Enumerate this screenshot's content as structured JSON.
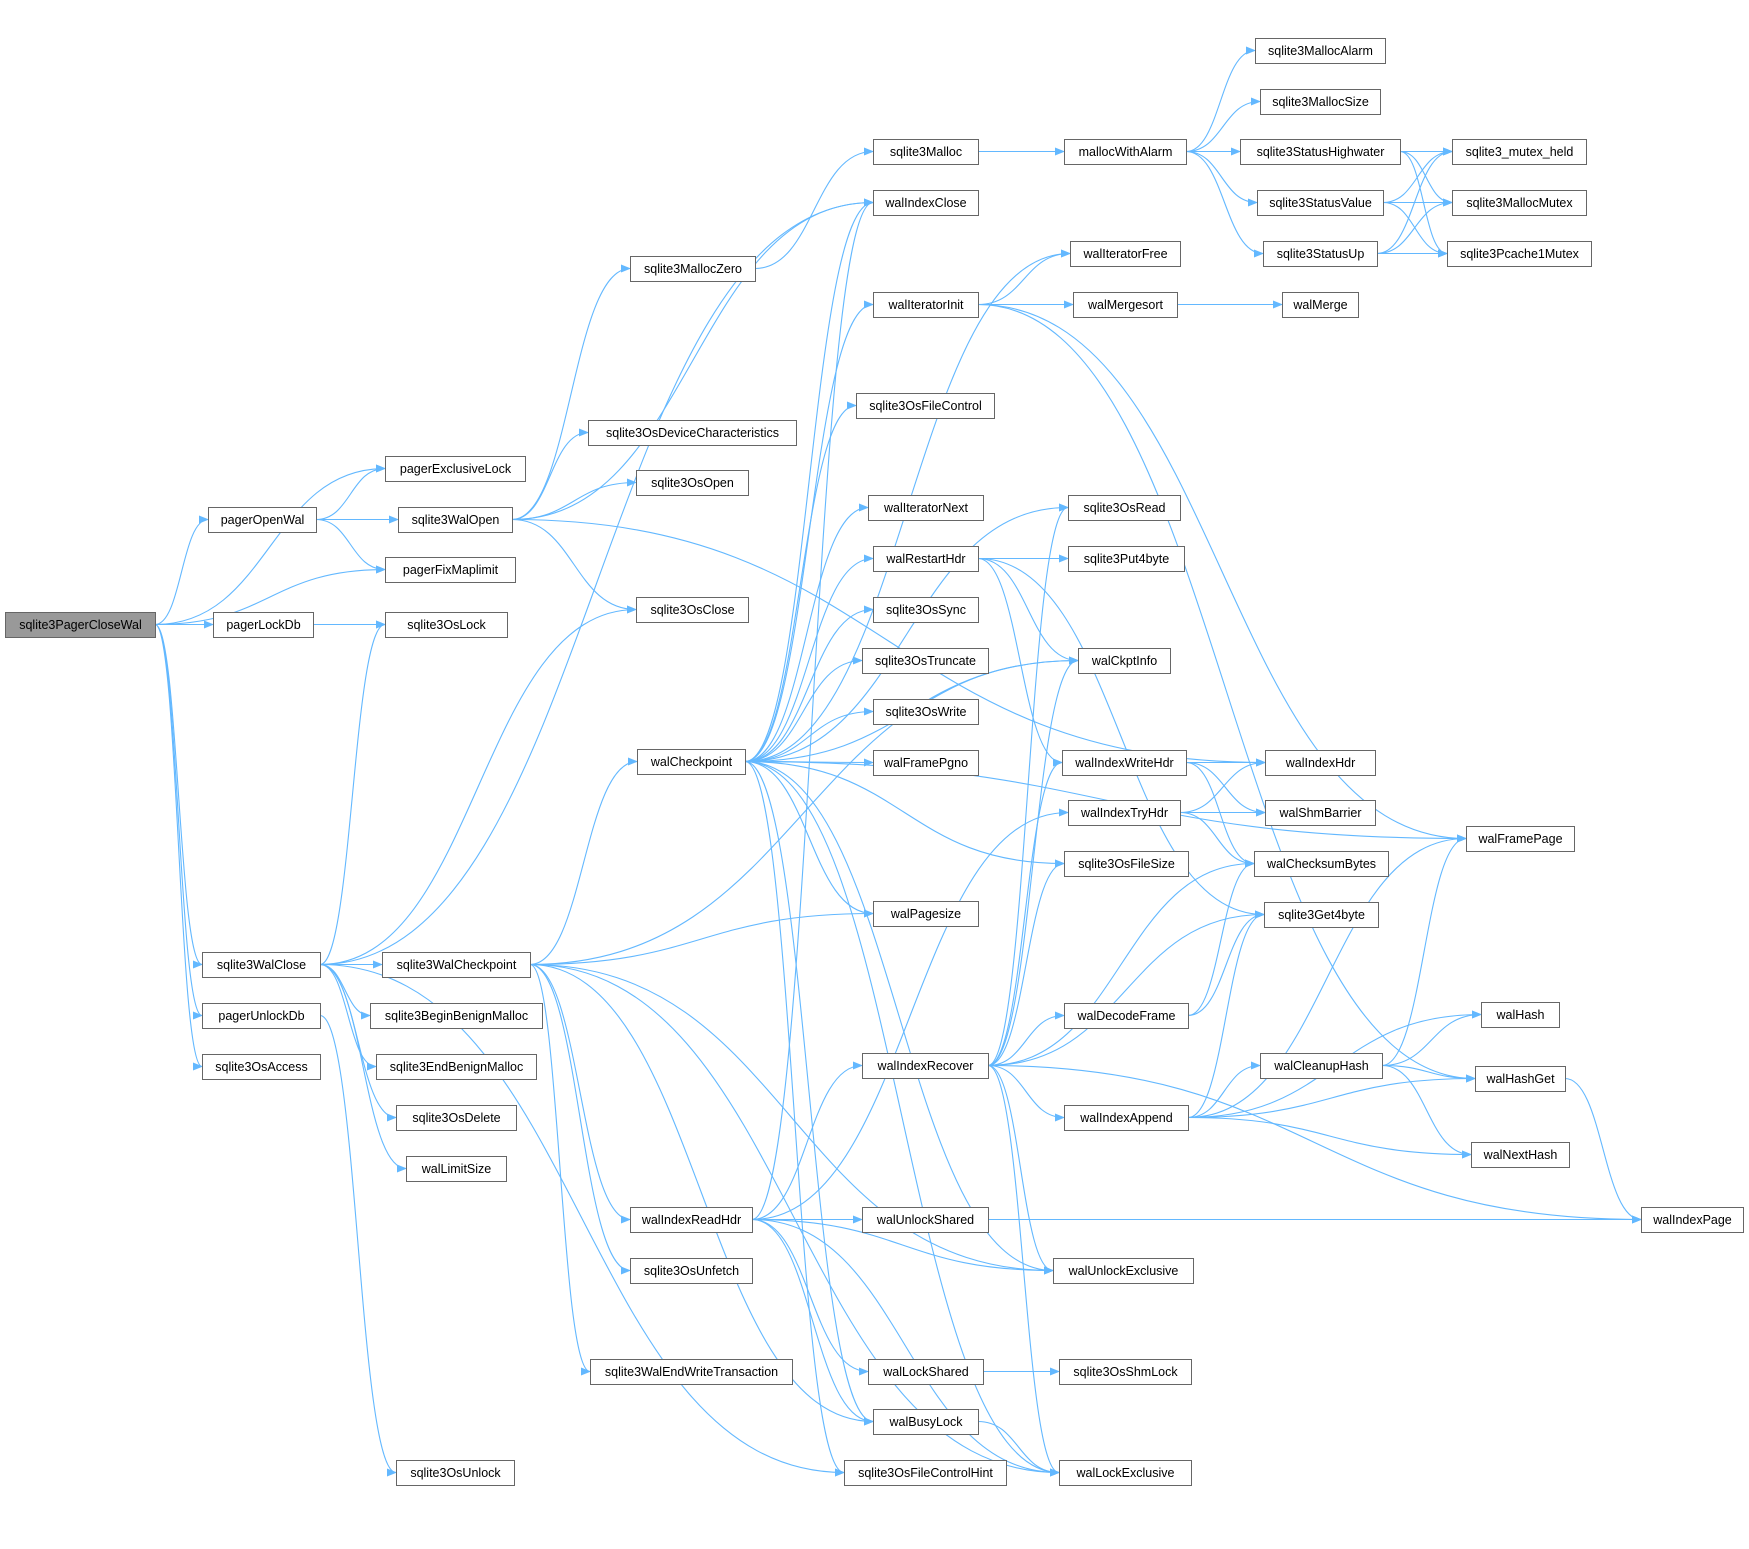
{
  "colors": {
    "edge": "#63b8ff",
    "node_border": "#666666",
    "root_fill": "#999999",
    "node_fill": "#ffffff"
  },
  "diagram": {
    "type": "call-graph",
    "root": "sqlite3PagerCloseWal",
    "nodes": [
      {
        "id": "sqlite3PagerCloseWal",
        "label": "sqlite3PagerCloseWal"
      },
      {
        "id": "pagerExclusiveLock",
        "label": "pagerExclusiveLock"
      },
      {
        "id": "pagerOpenWal",
        "label": "pagerOpenWal"
      },
      {
        "id": "pagerFixMaplimit",
        "label": "pagerFixMaplimit"
      },
      {
        "id": "pagerLockDb",
        "label": "pagerLockDb"
      },
      {
        "id": "sqlite3OsLock",
        "label": "sqlite3OsLock"
      },
      {
        "id": "sqlite3WalClose",
        "label": "sqlite3WalClose"
      },
      {
        "id": "pagerUnlockDb",
        "label": "pagerUnlockDb"
      },
      {
        "id": "sqlite3OsAccess",
        "label": "sqlite3OsAccess"
      },
      {
        "id": "sqlite3WalOpen",
        "label": "sqlite3WalOpen"
      },
      {
        "id": "sqlite3MallocZero",
        "label": "sqlite3MallocZero"
      },
      {
        "id": "sqlite3OsDeviceCharacteristics",
        "label": "sqlite3OsDeviceCharacteristics"
      },
      {
        "id": "sqlite3OsOpen",
        "label": "sqlite3OsOpen"
      },
      {
        "id": "sqlite3OsClose",
        "label": "sqlite3OsClose"
      },
      {
        "id": "sqlite3WalCheckpoint",
        "label": "sqlite3WalCheckpoint"
      },
      {
        "id": "sqlite3BeginBenignMalloc",
        "label": "sqlite3BeginBenignMalloc"
      },
      {
        "id": "sqlite3EndBenignMalloc",
        "label": "sqlite3EndBenignMalloc"
      },
      {
        "id": "sqlite3OsDelete",
        "label": "sqlite3OsDelete"
      },
      {
        "id": "walLimitSize",
        "label": "walLimitSize"
      },
      {
        "id": "sqlite3OsUnlock",
        "label": "sqlite3OsUnlock"
      },
      {
        "id": "walCheckpoint",
        "label": "walCheckpoint"
      },
      {
        "id": "walIndexReadHdr",
        "label": "walIndexReadHdr"
      },
      {
        "id": "sqlite3OsUnfetch",
        "label": "sqlite3OsUnfetch"
      },
      {
        "id": "sqlite3WalEndWriteTransaction",
        "label": "sqlite3WalEndWriteTransaction"
      },
      {
        "id": "sqlite3Malloc",
        "label": "sqlite3Malloc"
      },
      {
        "id": "walIndexClose",
        "label": "walIndexClose"
      },
      {
        "id": "walIteratorInit",
        "label": "walIteratorInit"
      },
      {
        "id": "sqlite3OsFileControl",
        "label": "sqlite3OsFileControl"
      },
      {
        "id": "walIteratorNext",
        "label": "walIteratorNext"
      },
      {
        "id": "walRestartHdr",
        "label": "walRestartHdr"
      },
      {
        "id": "sqlite3OsSync",
        "label": "sqlite3OsSync"
      },
      {
        "id": "sqlite3OsTruncate",
        "label": "sqlite3OsTruncate"
      },
      {
        "id": "sqlite3OsWrite",
        "label": "sqlite3OsWrite"
      },
      {
        "id": "walFramePgno",
        "label": "walFramePgno"
      },
      {
        "id": "walPagesize",
        "label": "walPagesize"
      },
      {
        "id": "walIndexRecover",
        "label": "walIndexRecover"
      },
      {
        "id": "walUnlockShared",
        "label": "walUnlockShared"
      },
      {
        "id": "walLockShared",
        "label": "walLockShared"
      },
      {
        "id": "walBusyLock",
        "label": "walBusyLock"
      },
      {
        "id": "sqlite3OsFileControlHint",
        "label": "sqlite3OsFileControlHint"
      },
      {
        "id": "mallocWithAlarm",
        "label": "mallocWithAlarm"
      },
      {
        "id": "walIteratorFree",
        "label": "walIteratorFree"
      },
      {
        "id": "walMergesort",
        "label": "walMergesort"
      },
      {
        "id": "sqlite3OsRead",
        "label": "sqlite3OsRead"
      },
      {
        "id": "sqlite3Put4byte",
        "label": "sqlite3Put4byte"
      },
      {
        "id": "walCkptInfo",
        "label": "walCkptInfo"
      },
      {
        "id": "walIndexWriteHdr",
        "label": "walIndexWriteHdr"
      },
      {
        "id": "walIndexTryHdr",
        "label": "walIndexTryHdr"
      },
      {
        "id": "sqlite3OsFileSize",
        "label": "sqlite3OsFileSize"
      },
      {
        "id": "walDecodeFrame",
        "label": "walDecodeFrame"
      },
      {
        "id": "walIndexAppend",
        "label": "walIndexAppend"
      },
      {
        "id": "walUnlockExclusive",
        "label": "walUnlockExclusive"
      },
      {
        "id": "sqlite3OsShmLock",
        "label": "sqlite3OsShmLock"
      },
      {
        "id": "walLockExclusive",
        "label": "walLockExclusive"
      },
      {
        "id": "sqlite3MallocAlarm",
        "label": "sqlite3MallocAlarm"
      },
      {
        "id": "sqlite3MallocSize",
        "label": "sqlite3MallocSize"
      },
      {
        "id": "sqlite3StatusHighwater",
        "label": "sqlite3StatusHighwater"
      },
      {
        "id": "sqlite3StatusValue",
        "label": "sqlite3StatusValue"
      },
      {
        "id": "sqlite3StatusUp",
        "label": "sqlite3StatusUp"
      },
      {
        "id": "walMerge",
        "label": "walMerge"
      },
      {
        "id": "walIndexHdr",
        "label": "walIndexHdr"
      },
      {
        "id": "walShmBarrier",
        "label": "walShmBarrier"
      },
      {
        "id": "walChecksumBytes",
        "label": "walChecksumBytes"
      },
      {
        "id": "sqlite3Get4byte",
        "label": "sqlite3Get4byte"
      },
      {
        "id": "walCleanupHash",
        "label": "walCleanupHash"
      },
      {
        "id": "sqlite3_mutex_held",
        "label": "sqlite3_mutex_held"
      },
      {
        "id": "sqlite3MallocMutex",
        "label": "sqlite3MallocMutex"
      },
      {
        "id": "sqlite3Pcache1Mutex",
        "label": "sqlite3Pcache1Mutex"
      },
      {
        "id": "walFramePage",
        "label": "walFramePage"
      },
      {
        "id": "walHash",
        "label": "walHash"
      },
      {
        "id": "walHashGet",
        "label": "walHashGet"
      },
      {
        "id": "walNextHash",
        "label": "walNextHash"
      },
      {
        "id": "walIndexPage",
        "label": "walIndexPage"
      }
    ],
    "edges": [
      [
        "sqlite3PagerCloseWal",
        "pagerExclusiveLock"
      ],
      [
        "sqlite3PagerCloseWal",
        "pagerOpenWal"
      ],
      [
        "sqlite3PagerCloseWal",
        "pagerFixMaplimit"
      ],
      [
        "sqlite3PagerCloseWal",
        "pagerLockDb"
      ],
      [
        "sqlite3PagerCloseWal",
        "sqlite3WalClose"
      ],
      [
        "sqlite3PagerCloseWal",
        "pagerUnlockDb"
      ],
      [
        "sqlite3PagerCloseWal",
        "sqlite3OsAccess"
      ],
      [
        "pagerOpenWal",
        "pagerExclusiveLock"
      ],
      [
        "pagerOpenWal",
        "sqlite3WalOpen"
      ],
      [
        "pagerOpenWal",
        "pagerFixMaplimit"
      ],
      [
        "pagerLockDb",
        "sqlite3OsLock"
      ],
      [
        "sqlite3WalOpen",
        "sqlite3MallocZero"
      ],
      [
        "sqlite3WalOpen",
        "sqlite3OsDeviceCharacteristics"
      ],
      [
        "sqlite3WalOpen",
        "sqlite3OsOpen"
      ],
      [
        "sqlite3WalOpen",
        "sqlite3OsClose"
      ],
      [
        "sqlite3WalOpen",
        "walIndexClose"
      ],
      [
        "sqlite3WalOpen",
        "walIndexHdr"
      ],
      [
        "sqlite3MallocZero",
        "sqlite3Malloc"
      ],
      [
        "sqlite3Malloc",
        "mallocWithAlarm"
      ],
      [
        "sqlite3WalClose",
        "sqlite3OsLock"
      ],
      [
        "sqlite3WalClose",
        "sqlite3OsClose"
      ],
      [
        "sqlite3WalClose",
        "sqlite3WalCheckpoint"
      ],
      [
        "sqlite3WalClose",
        "sqlite3BeginBenignMalloc"
      ],
      [
        "sqlite3WalClose",
        "sqlite3EndBenignMalloc"
      ],
      [
        "sqlite3WalClose",
        "sqlite3OsDelete"
      ],
      [
        "sqlite3WalClose",
        "walLimitSize"
      ],
      [
        "sqlite3WalClose",
        "sqlite3OsFileControlHint"
      ],
      [
        "sqlite3WalClose",
        "walIndexClose"
      ],
      [
        "pagerUnlockDb",
        "sqlite3OsUnlock"
      ],
      [
        "sqlite3WalCheckpoint",
        "walCheckpoint"
      ],
      [
        "sqlite3WalCheckpoint",
        "walPagesize"
      ],
      [
        "sqlite3WalCheckpoint",
        "walIndexReadHdr"
      ],
      [
        "sqlite3WalCheckpoint",
        "sqlite3OsUnfetch"
      ],
      [
        "sqlite3WalCheckpoint",
        "sqlite3WalEndWriteTransaction"
      ],
      [
        "sqlite3WalCheckpoint",
        "walBusyLock"
      ],
      [
        "sqlite3WalCheckpoint",
        "walLockExclusive"
      ],
      [
        "sqlite3WalCheckpoint",
        "walUnlockExclusive"
      ],
      [
        "sqlite3WalCheckpoint",
        "walCkptInfo"
      ],
      [
        "walCheckpoint",
        "walIndexClose"
      ],
      [
        "walCheckpoint",
        "walIteratorFree"
      ],
      [
        "walCheckpoint",
        "walIteratorInit"
      ],
      [
        "walCheckpoint",
        "sqlite3OsFileControl"
      ],
      [
        "walCheckpoint",
        "sqlite3OsRead"
      ],
      [
        "walCheckpoint",
        "walIteratorNext"
      ],
      [
        "walCheckpoint",
        "walRestartHdr"
      ],
      [
        "walCheckpoint",
        "sqlite3OsSync"
      ],
      [
        "walCheckpoint",
        "sqlite3OsTruncate"
      ],
      [
        "walCheckpoint",
        "sqlite3OsWrite"
      ],
      [
        "walCheckpoint",
        "walFramePgno"
      ],
      [
        "walCheckpoint",
        "walFramePage"
      ],
      [
        "walCheckpoint",
        "sqlite3OsFileSize"
      ],
      [
        "walCheckpoint",
        "walPagesize"
      ],
      [
        "walCheckpoint",
        "walBusyLock"
      ],
      [
        "walCheckpoint",
        "walLockExclusive"
      ],
      [
        "walCheckpoint",
        "walUnlockExclusive"
      ],
      [
        "walCheckpoint",
        "sqlite3OsFileControlHint"
      ],
      [
        "walCheckpoint",
        "walCkptInfo"
      ],
      [
        "walIteratorInit",
        "walIteratorFree"
      ],
      [
        "walIteratorInit",
        "walMergesort"
      ],
      [
        "walIteratorInit",
        "walFramePage"
      ],
      [
        "walIteratorInit",
        "walHashGet"
      ],
      [
        "walMergesort",
        "walMerge"
      ],
      [
        "walRestartHdr",
        "sqlite3Put4byte"
      ],
      [
        "walRestartHdr",
        "walCkptInfo"
      ],
      [
        "walRestartHdr",
        "walIndexWriteHdr"
      ],
      [
        "walRestartHdr",
        "sqlite3Get4byte"
      ],
      [
        "walIndexReadHdr",
        "walIndexClose"
      ],
      [
        "walIndexReadHdr",
        "walIndexRecover"
      ],
      [
        "walIndexReadHdr",
        "walIndexTryHdr"
      ],
      [
        "walIndexReadHdr",
        "walUnlockShared"
      ],
      [
        "walIndexReadHdr",
        "walUnlockExclusive"
      ],
      [
        "walIndexReadHdr",
        "walIndexPage"
      ],
      [
        "walIndexReadHdr",
        "walLockShared"
      ],
      [
        "walIndexReadHdr",
        "walBusyLock"
      ],
      [
        "walIndexReadHdr",
        "walLockExclusive"
      ],
      [
        "walIndexRecover",
        "sqlite3OsRead"
      ],
      [
        "walIndexRecover",
        "walCkptInfo"
      ],
      [
        "walIndexRecover",
        "walIndexWriteHdr"
      ],
      [
        "walIndexRecover",
        "sqlite3OsFileSize"
      ],
      [
        "walIndexRecover",
        "walChecksumBytes"
      ],
      [
        "walIndexRecover",
        "sqlite3Get4byte"
      ],
      [
        "walIndexRecover",
        "walDecodeFrame"
      ],
      [
        "walIndexRecover",
        "walIndexAppend"
      ],
      [
        "walIndexRecover",
        "walUnlockExclusive"
      ],
      [
        "walIndexRecover",
        "walLockExclusive"
      ],
      [
        "walIndexRecover",
        "walIndexPage"
      ],
      [
        "walIndexWriteHdr",
        "walIndexHdr"
      ],
      [
        "walIndexWriteHdr",
        "walShmBarrier"
      ],
      [
        "walIndexWriteHdr",
        "walChecksumBytes"
      ],
      [
        "walIndexTryHdr",
        "walIndexHdr"
      ],
      [
        "walIndexTryHdr",
        "walShmBarrier"
      ],
      [
        "walIndexTryHdr",
        "walChecksumBytes"
      ],
      [
        "walDecodeFrame",
        "walChecksumBytes"
      ],
      [
        "walDecodeFrame",
        "sqlite3Get4byte"
      ],
      [
        "walIndexAppend",
        "sqlite3Get4byte"
      ],
      [
        "walIndexAppend",
        "walFramePage"
      ],
      [
        "walIndexAppend",
        "walCleanupHash"
      ],
      [
        "walIndexAppend",
        "walHash"
      ],
      [
        "walIndexAppend",
        "walHashGet"
      ],
      [
        "walIndexAppend",
        "walNextHash"
      ],
      [
        "walCleanupHash",
        "walFramePage"
      ],
      [
        "walCleanupHash",
        "walHash"
      ],
      [
        "walCleanupHash",
        "walHashGet"
      ],
      [
        "walCleanupHash",
        "walNextHash"
      ],
      [
        "walHashGet",
        "walIndexPage"
      ],
      [
        "walLockShared",
        "sqlite3OsShmLock"
      ],
      [
        "walBusyLock",
        "walLockExclusive"
      ],
      [
        "mallocWithAlarm",
        "sqlite3MallocAlarm"
      ],
      [
        "mallocWithAlarm",
        "sqlite3MallocSize"
      ],
      [
        "mallocWithAlarm",
        "sqlite3StatusHighwater"
      ],
      [
        "mallocWithAlarm",
        "sqlite3StatusValue"
      ],
      [
        "mallocWithAlarm",
        "sqlite3StatusUp"
      ],
      [
        "mallocWithAlarm",
        "sqlite3_mutex_held"
      ],
      [
        "sqlite3StatusHighwater",
        "sqlite3_mutex_held"
      ],
      [
        "sqlite3StatusHighwater",
        "sqlite3MallocMutex"
      ],
      [
        "sqlite3StatusHighwater",
        "sqlite3Pcache1Mutex"
      ],
      [
        "sqlite3StatusValue",
        "sqlite3_mutex_held"
      ],
      [
        "sqlite3StatusValue",
        "sqlite3MallocMutex"
      ],
      [
        "sqlite3StatusValue",
        "sqlite3Pcache1Mutex"
      ],
      [
        "sqlite3StatusUp",
        "sqlite3_mutex_held"
      ],
      [
        "sqlite3StatusUp",
        "sqlite3MallocMutex"
      ],
      [
        "sqlite3StatusUp",
        "sqlite3Pcache1Mutex"
      ]
    ]
  }
}
